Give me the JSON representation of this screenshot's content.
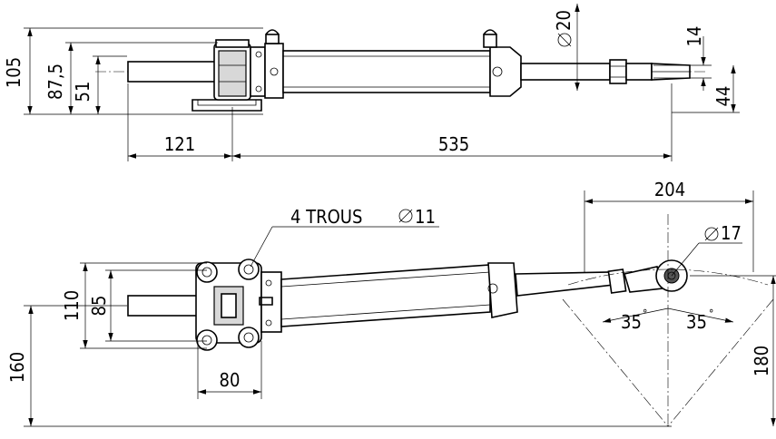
{
  "top_view": {
    "dims": {
      "d105": "105",
      "d87": "87,5",
      "d51": "51",
      "d121": "121",
      "d535": "535",
      "d20": "20",
      "d14": "14",
      "d44": "44"
    }
  },
  "bottom_view": {
    "holes_note": "4  TROUS",
    "holes_dia": "11",
    "dims": {
      "d204": "204",
      "d17": "17",
      "d110": "110",
      "d85": "85",
      "d160": "160",
      "d80": "80",
      "d180": "180",
      "a35l": "35",
      "a35r": "35"
    }
  }
}
